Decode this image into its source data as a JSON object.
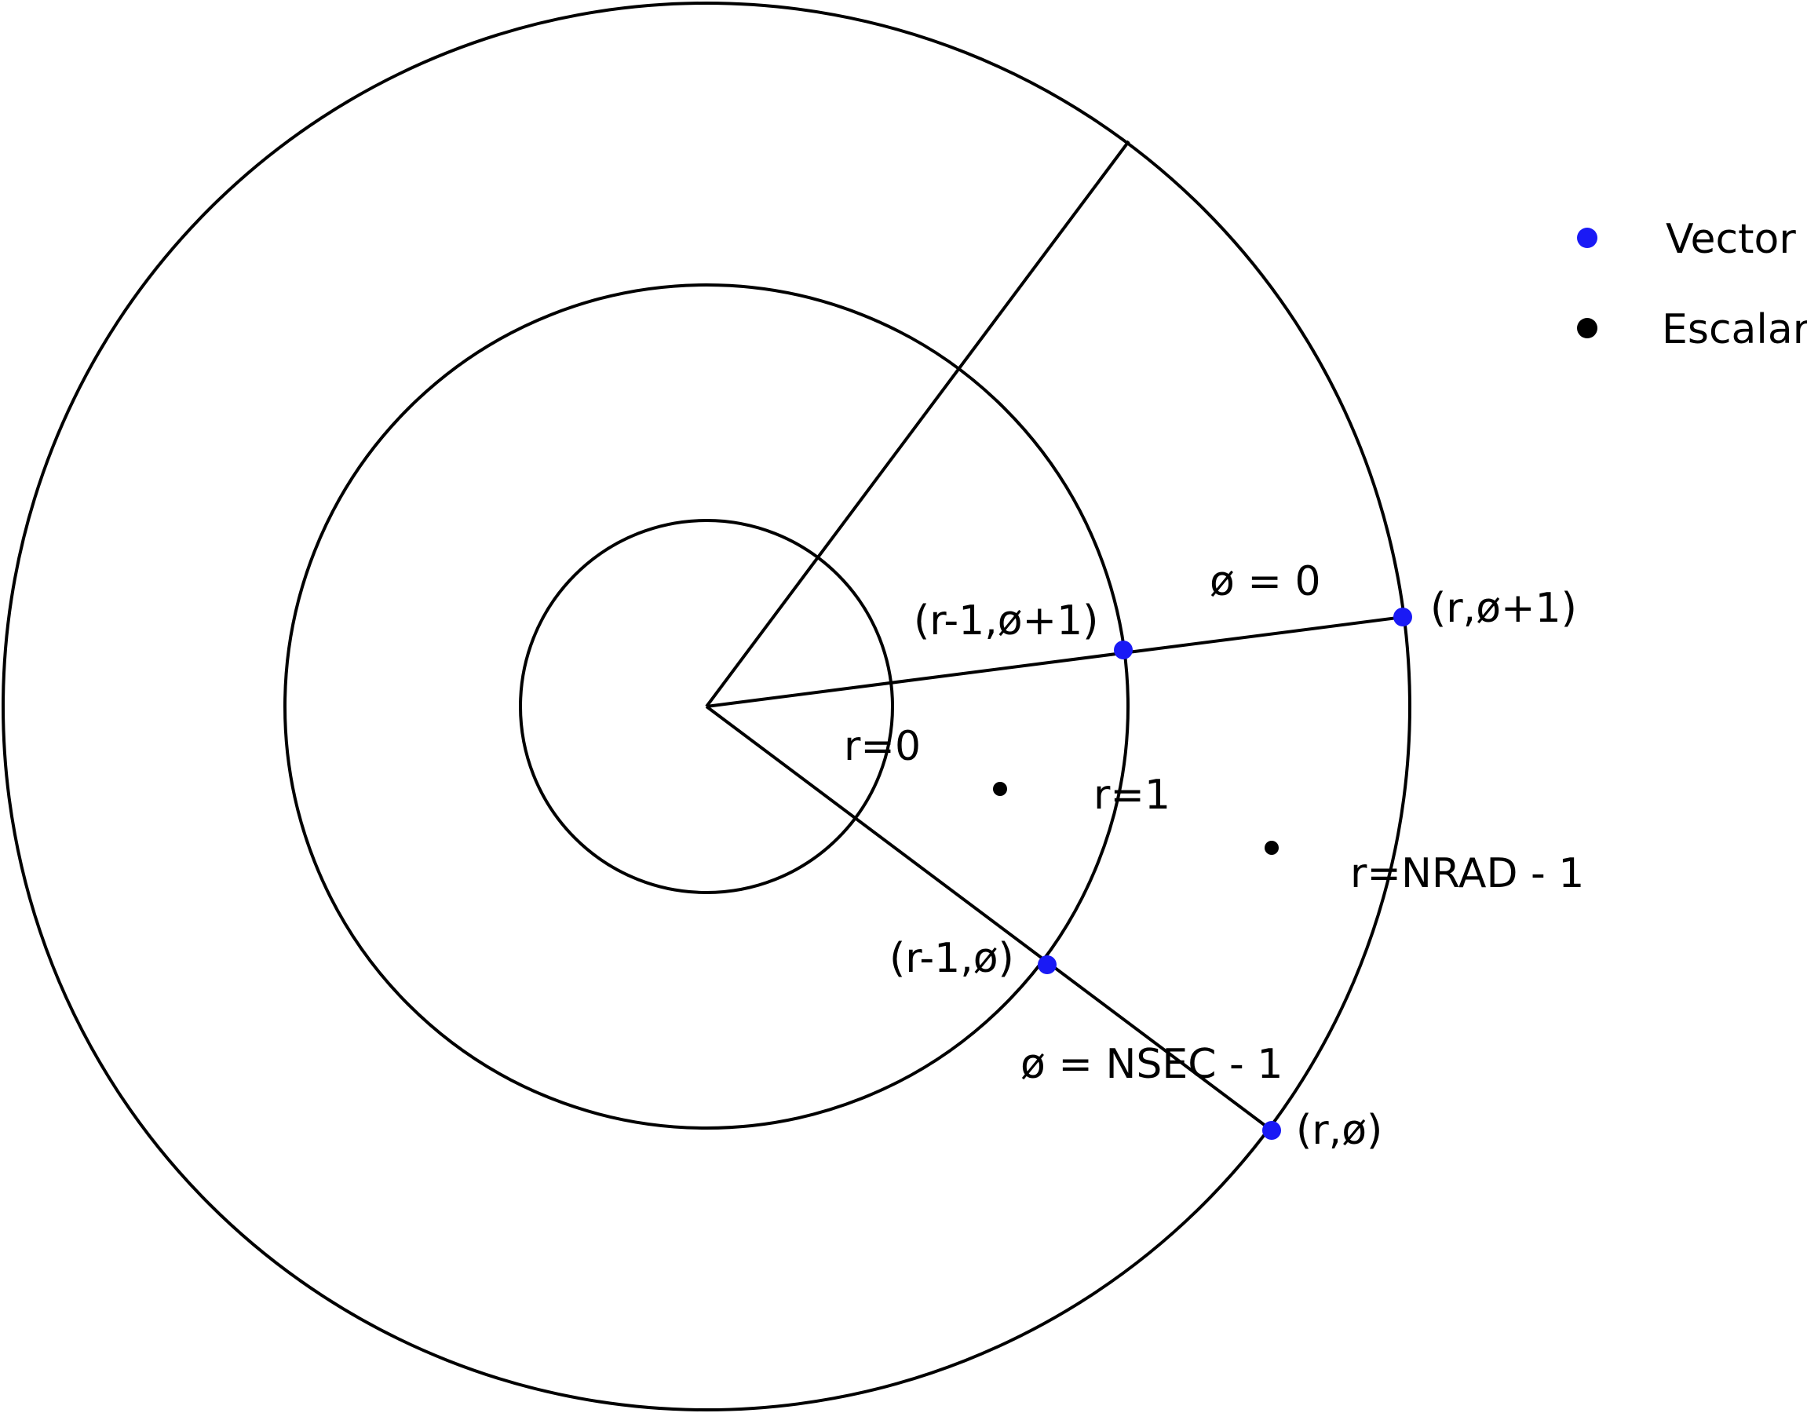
{
  "colors": {
    "background": "#ffffff",
    "stroke": "#000000",
    "vector": "#1a1af5",
    "scalar": "#000000"
  },
  "legend": {
    "vector_label": "Vector",
    "scalar_label": "Escalar"
  },
  "rings": {
    "inner": "r=0",
    "middle": "r=1",
    "outer": "r=NRAD - 1"
  },
  "sectors": {
    "first": "ø = 0",
    "last": "ø = NSEC - 1"
  },
  "vector_points": {
    "inner_upper": "(r-1,ø+1)",
    "outer_upper": "(r,ø+1)",
    "inner_lower": "(r-1,ø)",
    "outer_lower": "(r,ø)"
  }
}
